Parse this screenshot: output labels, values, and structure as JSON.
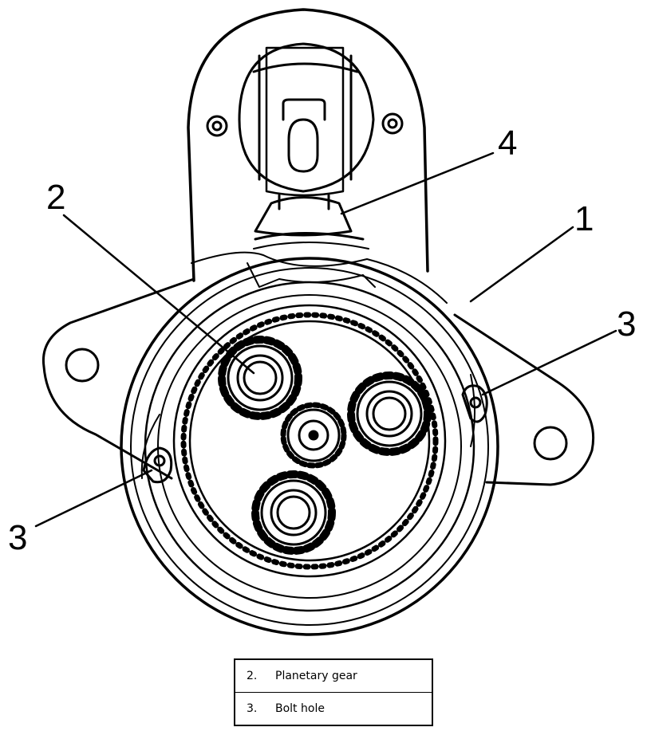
{
  "callouts": {
    "left_top": "2",
    "top_right": "4",
    "right_top": "1",
    "right_mid": "3",
    "left_bottom": "3"
  },
  "legend": [
    {
      "number": "2.",
      "text": "Planetary gear"
    },
    {
      "number": "3.",
      "text": "Bolt hole"
    }
  ]
}
